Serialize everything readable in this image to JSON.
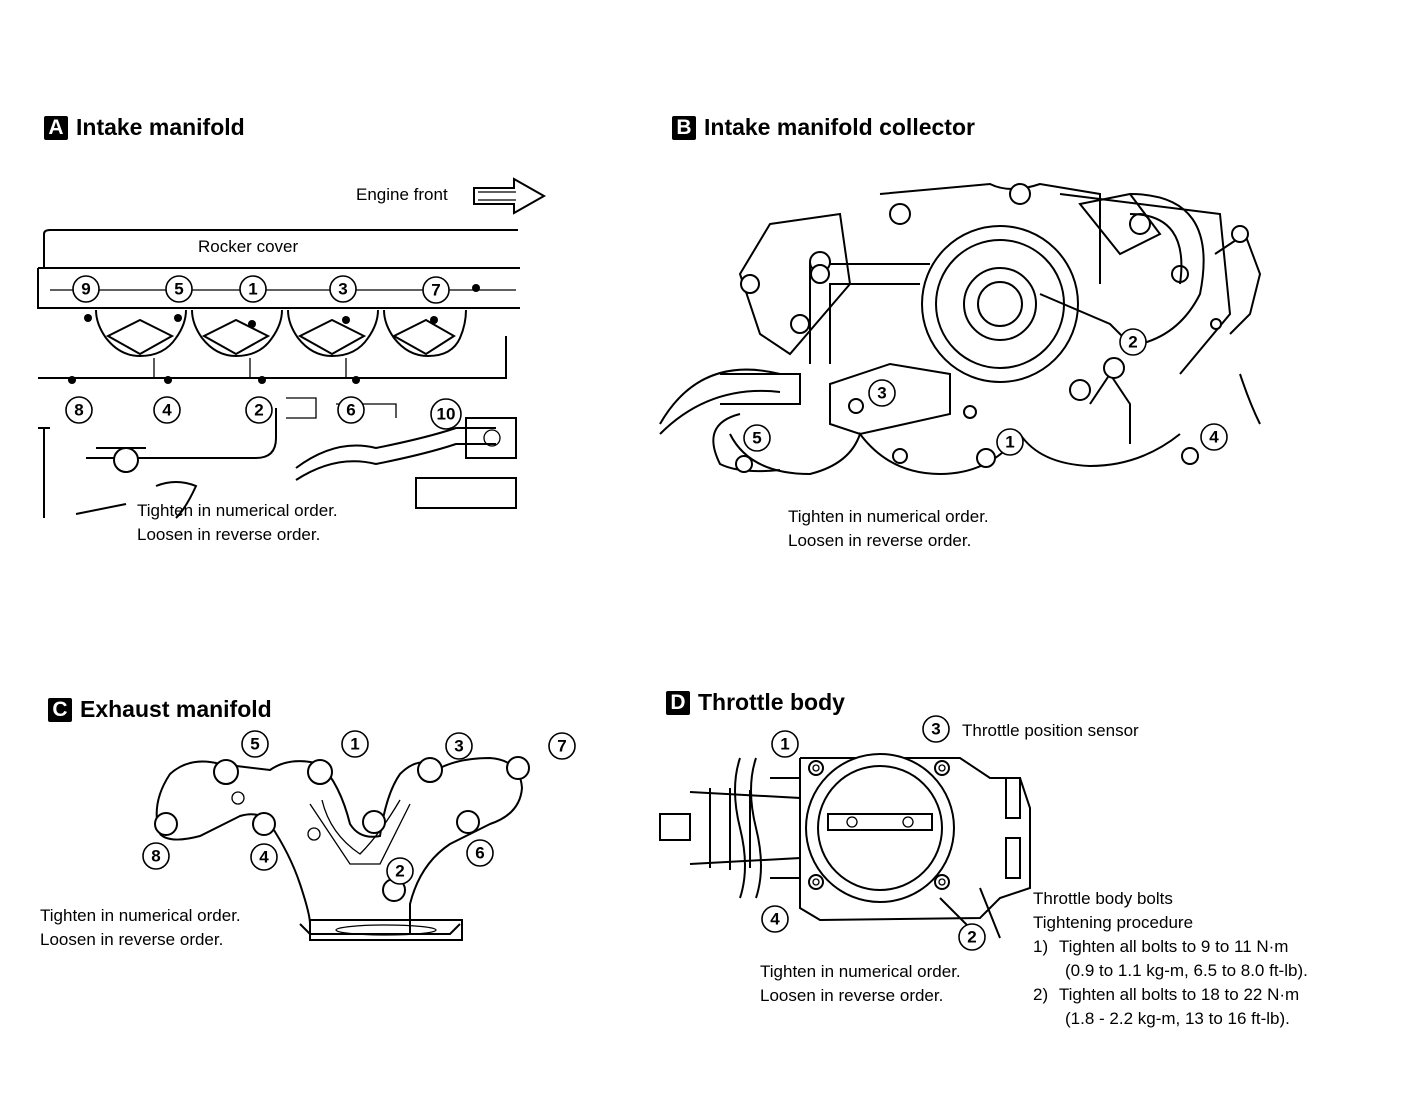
{
  "panels": {
    "a": {
      "letter": "A",
      "title": "Intake manifold",
      "engine_front": "Engine front",
      "rocker_cover": "Rocker cover",
      "instructions": [
        "Tighten in numerical order.",
        "Loosen in reverse order."
      ],
      "callouts": [
        "1",
        "2",
        "3",
        "4",
        "5",
        "6",
        "7",
        "8",
        "9",
        "10"
      ]
    },
    "b": {
      "letter": "B",
      "title": "Intake manifold collector",
      "instructions": [
        "Tighten in numerical order.",
        "Loosen in reverse order."
      ],
      "callouts": [
        "1",
        "2",
        "3",
        "4",
        "5"
      ]
    },
    "c": {
      "letter": "C",
      "title": "Exhaust manifold",
      "instructions": [
        "Tighten in numerical order.",
        "Loosen in reverse order."
      ],
      "callouts": [
        "1",
        "2",
        "3",
        "4",
        "5",
        "6",
        "7",
        "8"
      ]
    },
    "d": {
      "letter": "D",
      "title": "Throttle body",
      "sensor_label": "Throttle position sensor",
      "instructions": [
        "Tighten in numerical order.",
        "Loosen in reverse order."
      ],
      "callouts": [
        "1",
        "2",
        "3",
        "4"
      ],
      "procedure": {
        "title": "Throttle body bolts",
        "subtitle": "Tightening procedure",
        "steps": [
          {
            "num": "1)",
            "text": "Tighten all bolts to 9 to 11 N·m",
            "detail": "(0.9 to 1.1 kg-m, 6.5 to 8.0 ft-lb)."
          },
          {
            "num": "2)",
            "text": "Tighten all bolts to 18 to 22 N·m",
            "detail": "(1.8 - 2.2 kg-m, 13 to 16 ft-lb)."
          }
        ]
      }
    }
  }
}
